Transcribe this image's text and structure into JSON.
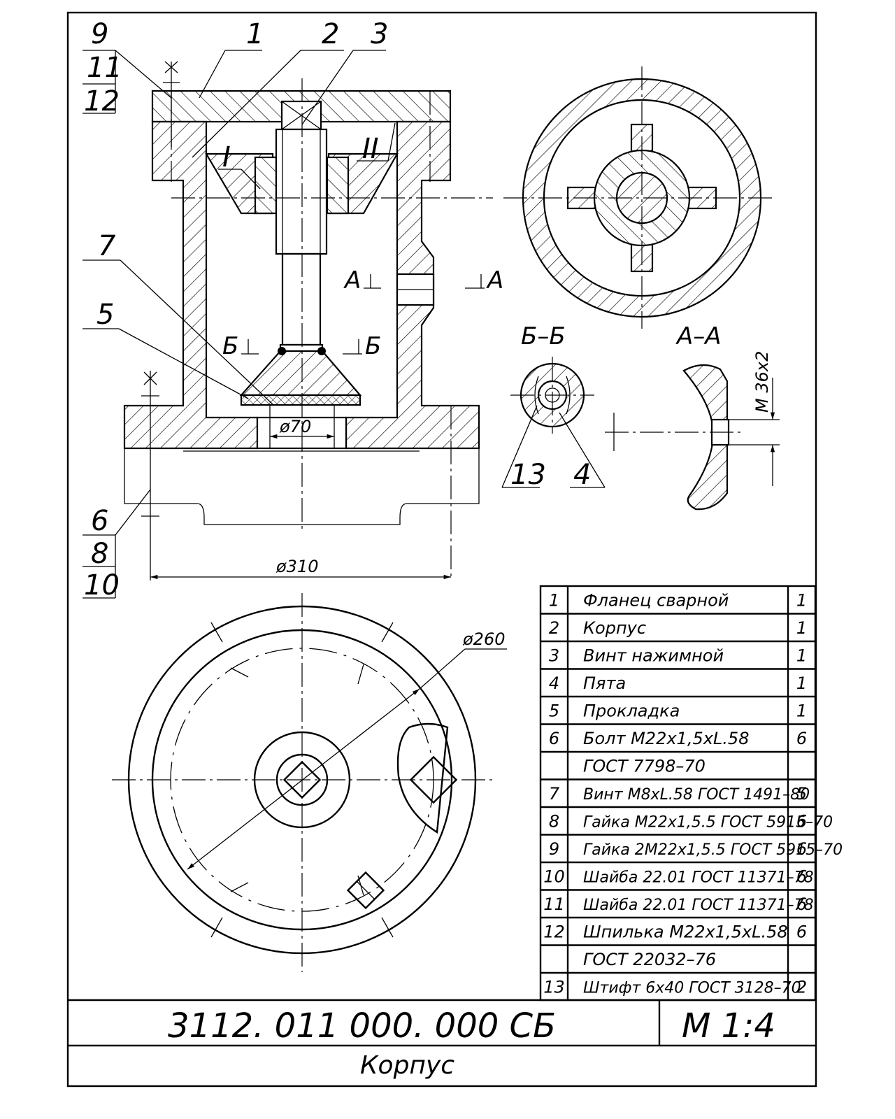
{
  "title_block": {
    "code": "3112. 011 000. 000 СБ",
    "scale": "М 1:4",
    "name": "Корпус"
  },
  "callouts": {
    "stack_top": [
      "9",
      "11",
      "12"
    ],
    "stack_bottom": [
      "6",
      "8",
      "10"
    ],
    "part_1": "1",
    "part_2": "2",
    "part_3": "3",
    "part_7": "7",
    "part_5": "5",
    "part_13": "13",
    "part_4": "4",
    "roman_1": "I",
    "roman_2": "II"
  },
  "section_marks": {
    "a_left": "А",
    "a_right": "А",
    "b_left": "Б",
    "b_right": "Б",
    "view_bb": "Б–Б",
    "view_aa": "А–А"
  },
  "dimensions": {
    "d70": "ø70",
    "d310": "ø310",
    "d260": "ø260",
    "thread": "M 36x2"
  },
  "parts_list": [
    {
      "pos": "1",
      "name": "Фланец сварной",
      "qty": "1"
    },
    {
      "pos": "2",
      "name": "Корпус",
      "qty": "1"
    },
    {
      "pos": "3",
      "name": "Винт нажимной",
      "qty": "1"
    },
    {
      "pos": "4",
      "name": "Пята",
      "qty": "1"
    },
    {
      "pos": "5",
      "name": "Прокладка",
      "qty": "1"
    },
    {
      "pos": "6",
      "name": "Болт М22х1,5хL.58",
      "qty": "6"
    },
    {
      "pos": "",
      "name": "ГОСТ 7798–70",
      "qty": ""
    },
    {
      "pos": "7",
      "name": "Винт М8хL.58 ГОСТ 1491–80",
      "qty": "5"
    },
    {
      "pos": "8",
      "name": "Гайка М22х1,5.5 ГОСТ 5915–70",
      "qty": "6"
    },
    {
      "pos": "9",
      "name": "Гайка 2М22х1,5.5 ГОСТ 5915–70",
      "qty": "6"
    },
    {
      "pos": "10",
      "name": "Шайба 22.01 ГОСТ 11371–78",
      "qty": "6"
    },
    {
      "pos": "11",
      "name": "Шайба 22.01 ГОСТ 11371–78",
      "qty": "6"
    },
    {
      "pos": "12",
      "name": "Шпилька М22х1,5хL.58",
      "qty": "6"
    },
    {
      "pos": "",
      "name": "ГОСТ 22032–76",
      "qty": ""
    },
    {
      "pos": "13",
      "name": "Штифт 6х40 ГОСТ 3128–70",
      "qty": "2"
    }
  ]
}
